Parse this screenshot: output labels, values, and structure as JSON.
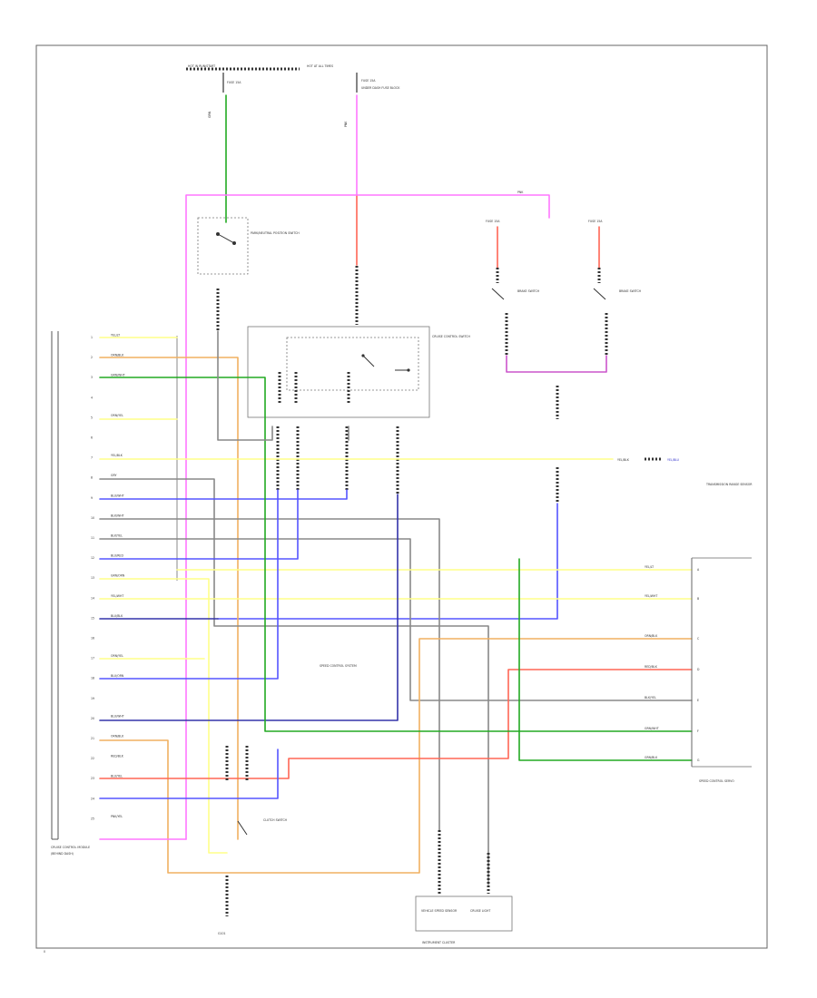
{
  "title": "",
  "page_code": "0",
  "colors": {
    "gray": "#888888",
    "green": "#22aa22",
    "pink": "#ff77ff",
    "violet": "#cc55cc",
    "red": "#ff6655",
    "orange": "#f0b060",
    "yellow": "#ffff88",
    "blue": "#5555ff",
    "dkblue": "#3333aa",
    "black": "#333333"
  },
  "labels": {
    "fuse_left": "HOT IN RUN/START",
    "fuse_right": "HOT AT ALL TIMES",
    "fuse_left_sub": "FUSE 15A",
    "fuse_right_sub": "FUSE 15A",
    "fuse_right_note": "UNDER DASH FUSE BLOCK",
    "wire_a": "GRN",
    "wire_b": "PNK",
    "neutral_switch": "PARK/NEUTRAL POSITION SWITCH",
    "brake_switch_left": "BRAKE SWITCH",
    "brake_switch_right": "BRAKE SWITCH",
    "cruise_module": "CRUISE CONTROL MODULE",
    "control_switch": "CRUISE CONTROL SWITCH",
    "ecm_title": "CRUISE CONTROL MODULE",
    "ecm_sub": "(BEHIND DASH)",
    "transmission": "TRANSMISSION RANGE SENSOR",
    "speed_control": "SPEED CONTROL SERVO",
    "clutch_switch": "CLUTCH SWITCH",
    "ground": "G101",
    "cluster": "INSTRUMENT CLUSTER",
    "cluster_left": "VEHICLE SPEED SENSOR",
    "cluster_right": "CRUISE LIGHT",
    "center_text": "SPEED CONTROL SYSTEM",
    "yel_blk": "YEL/BLK",
    "yel_blu": "YEL/BLU"
  },
  "pins": [
    {
      "num": "1",
      "wire": "YEL/LT",
      "color": "yellow"
    },
    {
      "num": "2",
      "wire": "ORN/BLK",
      "color": "orange"
    },
    {
      "num": "3",
      "wire": "GRN/WHT",
      "color": "green"
    },
    {
      "num": "4",
      "wire": "",
      "color": ""
    },
    {
      "num": "5",
      "wire": "ORN/YEL",
      "color": "yellow"
    },
    {
      "num": "6",
      "wire": "",
      "color": ""
    },
    {
      "num": "7",
      "wire": "YEL/BLK",
      "color": "yellow"
    },
    {
      "num": "8",
      "wire": "GRY",
      "color": "gray"
    },
    {
      "num": "9",
      "wire": "BLU/WHT",
      "color": "blue"
    },
    {
      "num": "10",
      "wire": "BLK/WHT",
      "color": "gray"
    },
    {
      "num": "11",
      "wire": "BLK/YEL",
      "color": "gray"
    },
    {
      "num": "12",
      "wire": "BLU/RED",
      "color": "blue"
    },
    {
      "num": "13",
      "wire": "GRN/ORN",
      "color": "yellow"
    },
    {
      "num": "14",
      "wire": "YEL/WHT",
      "color": "yellow"
    },
    {
      "num": "15",
      "wire": "BLU/BLK",
      "color": "dkblue"
    },
    {
      "num": "16",
      "wire": "",
      "color": ""
    },
    {
      "num": "17",
      "wire": "ORN/YEL",
      "color": "yellow"
    },
    {
      "num": "18",
      "wire": "BLU/ORN",
      "color": "blue"
    },
    {
      "num": "19",
      "wire": "",
      "color": ""
    },
    {
      "num": "20",
      "wire": "BLU/WHT",
      "color": "dkblue"
    },
    {
      "num": "21",
      "wire": "ORN/BLK",
      "color": "orange"
    },
    {
      "num": "22",
      "wire": "RED/BLK",
      "color": "red"
    },
    {
      "num": "23",
      "wire": "BLU/YEL",
      "color": "blue"
    },
    {
      "num": "24",
      "wire": "",
      "color": ""
    },
    {
      "num": "25",
      "wire": "PNK/YEL",
      "color": "pink"
    }
  ],
  "servo_pins": [
    {
      "num": "A",
      "wire": "YEL/LT",
      "color": "yellow"
    },
    {
      "num": "B",
      "wire": "YEL/WHT",
      "color": "yellow"
    },
    {
      "num": "C",
      "wire": "ORN/BLK",
      "color": "orange"
    },
    {
      "num": "D",
      "wire": "RED/BLK",
      "color": "red"
    },
    {
      "num": "E",
      "wire": "BLK/YEL",
      "color": "gray"
    },
    {
      "num": "F",
      "wire": "GRN/WHT",
      "color": "green"
    },
    {
      "num": "G",
      "wire": "GRN/BLK",
      "color": "green"
    }
  ]
}
